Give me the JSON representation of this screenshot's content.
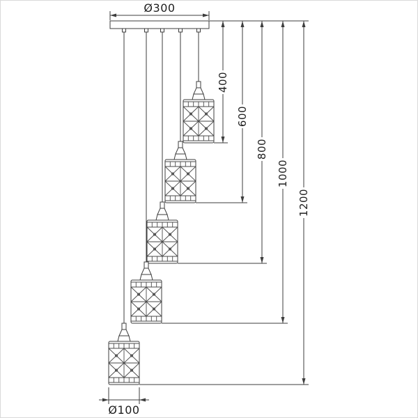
{
  "diagram": {
    "kind": "pendant-lamp-dimension-drawing",
    "lamp_count": 5,
    "plate": {
      "diameter_label": "Ø300"
    },
    "shade": {
      "diameter_label": "Ø100"
    },
    "drops": [
      {
        "label": "400"
      },
      {
        "label": "600"
      },
      {
        "label": "800"
      },
      {
        "label": "1000"
      },
      {
        "label": "1200"
      }
    ],
    "colors": {
      "line": "#3d3d3d",
      "background": "#ffffff"
    }
  }
}
